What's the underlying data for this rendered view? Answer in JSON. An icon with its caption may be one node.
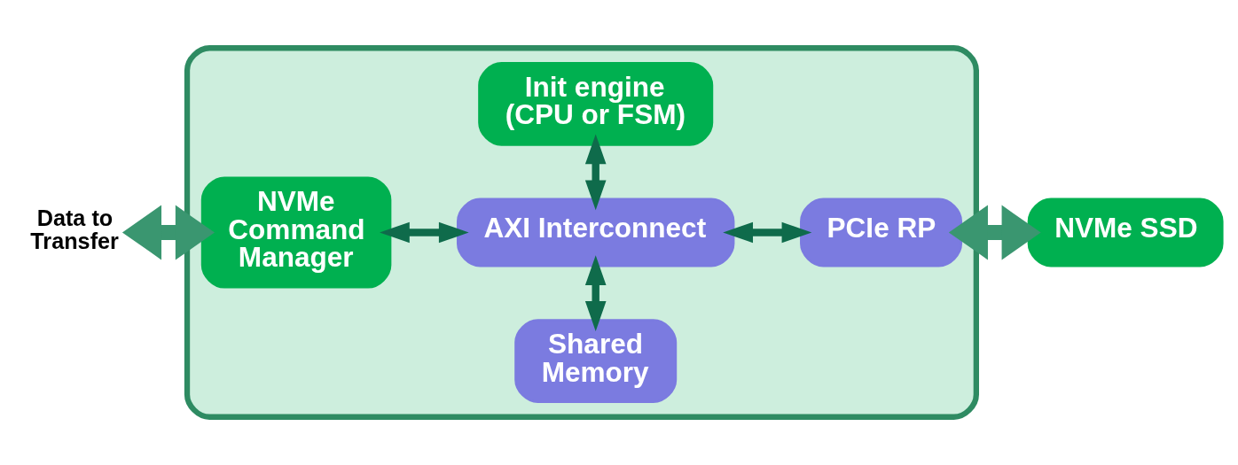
{
  "diagram": {
    "nodes": [
      {
        "text": [],
        "shape": "box"
      },
      {
        "text": [
          "Data to Transfer"
        ]
      },
      {
        "text": [
          "NVMe Command Manager"
        ],
        "in": 0
      },
      {
        "text": [
          "Shared Memory"
        ],
        "in": 0
      },
      {
        "text": [
          "AXI Interconnect"
        ],
        "in": 0
      },
      {
        "text": [
          "PCIe RP"
        ],
        "in": 0
      },
      {
        "text": [
          "Init engine (CPU or FSM)"
        ],
        "in": 0
      },
      {
        "text": [
          "NVMe SSD"
        ]
      }
    ],
    "edges": [
      {
        "from": 1,
        "to": 2,
        "arrow": "both",
        "style": "thick",
        "color": "#3a9670"
      },
      {
        "from": 2,
        "to": 4,
        "arrow": "both"
      },
      {
        "from": 3,
        "to": 4,
        "arrow": "both"
      },
      {
        "from": 4,
        "to": 5,
        "arrow": "both"
      },
      {
        "from": 4,
        "to": 6,
        "arrow": "both"
      },
      {
        "from": 5,
        "to": 7,
        "arrow": "both",
        "style": "thick",
        "color": "#3a9670"
      }
    ]
  }
}
